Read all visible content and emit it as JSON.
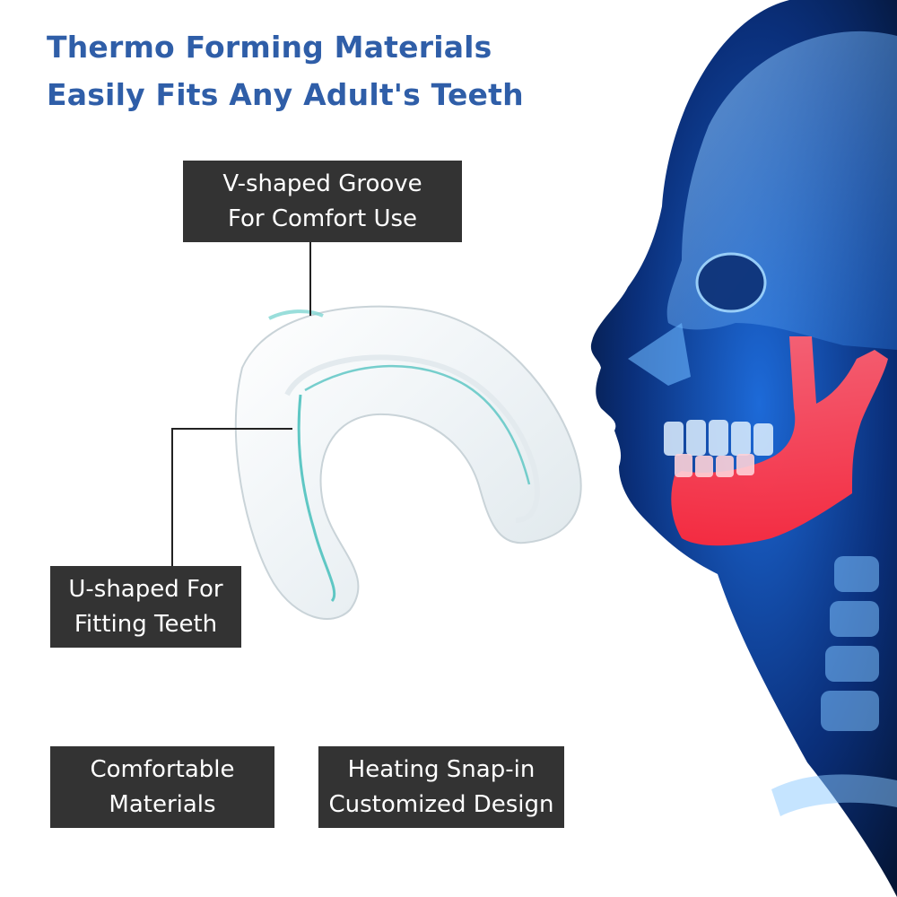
{
  "headline": {
    "line1": "Thermo Forming Materials",
    "line2": "Easily Fits Any Adult's Teeth"
  },
  "callouts": {
    "v_groove": {
      "line1": "V-shaped Groove",
      "line2": "For Comfort Use"
    },
    "u_shape": {
      "line1": "U-shaped For",
      "line2": "Fitting Teeth"
    },
    "comfortable": {
      "line1": "Comfortable",
      "line2": "Materials"
    },
    "heating": {
      "line1": "Heating Snap-in",
      "line2": "Customized Design"
    }
  },
  "colors": {
    "headline": "#2f5ea8",
    "label_bg": "#333333",
    "skull_blue": "#2a7be0",
    "jaw_red": "#ff3344"
  }
}
